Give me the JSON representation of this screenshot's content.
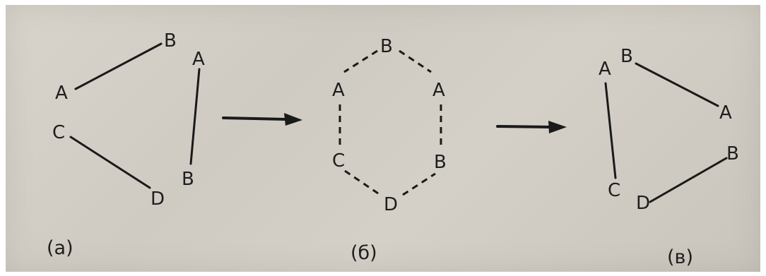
{
  "panels": [
    {
      "caption": "(а)",
      "labels": [
        "B",
        "A",
        "A",
        "C",
        "D",
        "B"
      ]
    },
    {
      "caption": "(б)",
      "labels": [
        "B",
        "A",
        "A",
        "C",
        "B",
        "D"
      ]
    },
    {
      "caption": "(в)",
      "labels": [
        "A",
        "B",
        "A",
        "B",
        "C",
        "D"
      ]
    }
  ],
  "colors": {
    "ink": "#1a1a1a",
    "paper": "#d4d0c8"
  }
}
